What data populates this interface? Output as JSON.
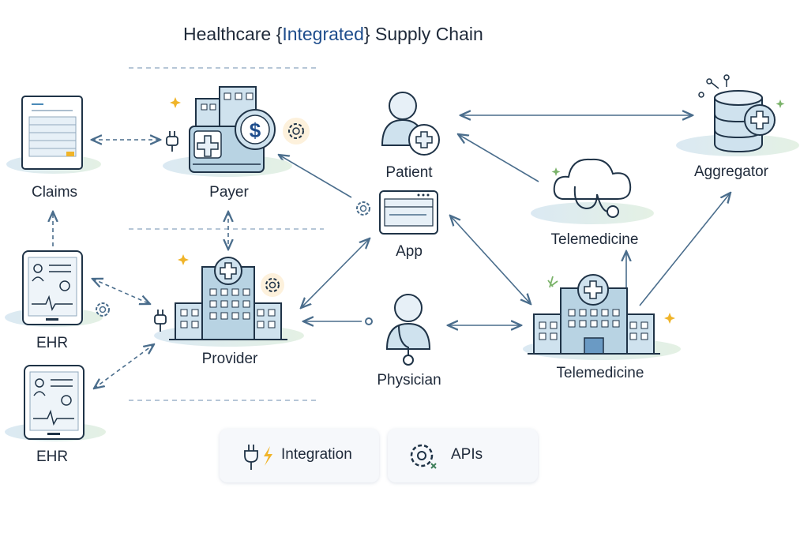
{
  "title": {
    "prefix": "Healthcare {",
    "accent": "Integrated",
    "suffix": "} Supply Chain"
  },
  "nodes": {
    "claims": "Claims",
    "payer": "Payer",
    "ehr_top": "EHR",
    "ehr_bottom": "EHR",
    "provider": "Provider",
    "patient": "Patient",
    "app": "App",
    "physician": "Physician",
    "telemedicine_cloud": "Telemedicine",
    "telemedicine_building": "Telemedicine",
    "aggregator": "Aggregator"
  },
  "legend": {
    "integration": "Integration",
    "apis": "APIs"
  },
  "icons": [
    "document-icon",
    "tablet-icon",
    "hospital-icon",
    "dollar-icon",
    "plug-icon",
    "gear-icon",
    "person-icon",
    "stethoscope-icon",
    "cloud-icon",
    "database-icon",
    "medical-cross-icon",
    "lightning-icon",
    "sparkle-icon"
  ],
  "colors": {
    "accent": "#1e4d8c",
    "line": "#4a6d8c",
    "fill": "#cfe2ee",
    "stroke": "#1f3347",
    "spark": "#f0b429"
  }
}
